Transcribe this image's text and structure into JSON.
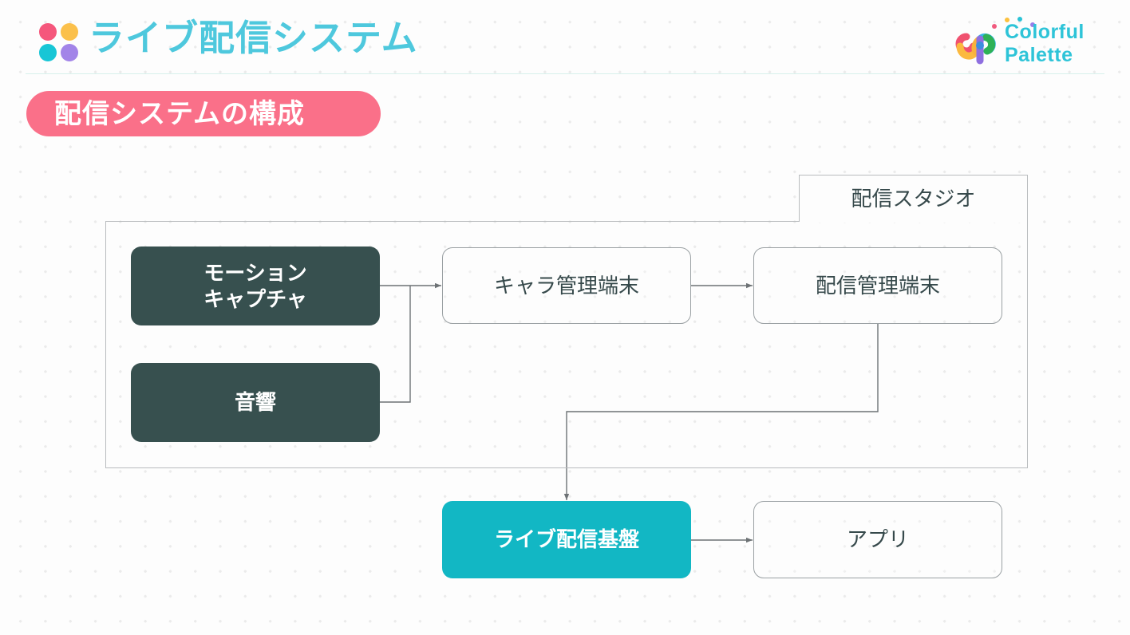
{
  "header": {
    "title": "ライブ配信システム",
    "logo_icon": "four-dots-logo",
    "brand": {
      "line1": "Colorful",
      "line2": "Palette",
      "mark_icon": "cp-monogram-icon"
    }
  },
  "section": {
    "pill_label": "配信システムの構成",
    "pill_color": "#fa7089"
  },
  "diagram": {
    "group": {
      "tab_label": "配信スタジオ"
    },
    "nodes": [
      {
        "id": "mocap",
        "label": "モーション\nキャプチャ",
        "style": "filled-dark",
        "color": "#37504f"
      },
      {
        "id": "audio",
        "label": "音響",
        "style": "filled-dark",
        "color": "#37504f"
      },
      {
        "id": "char",
        "label": "キャラ管理端末",
        "style": "outlined",
        "color": "#ffffff"
      },
      {
        "id": "mgmt",
        "label": "配信管理端末",
        "style": "outlined",
        "color": "#ffffff"
      },
      {
        "id": "live",
        "label": "ライブ配信基盤",
        "style": "filled-teal",
        "color": "#12b7c4"
      },
      {
        "id": "app",
        "label": "アプリ",
        "style": "outlined",
        "color": "#ffffff"
      }
    ],
    "edges": [
      {
        "from": "mocap",
        "to": "char"
      },
      {
        "from": "audio",
        "to": "char"
      },
      {
        "from": "char",
        "to": "mgmt"
      },
      {
        "from": "mgmt",
        "to": "live"
      },
      {
        "from": "live",
        "to": "app"
      }
    ]
  },
  "theme": {
    "title_color": "#4ec8dd",
    "accent_pink": "#fa7089",
    "accent_teal": "#12b7c4",
    "dark_slate": "#37504f",
    "background": "#fdfdfd"
  }
}
